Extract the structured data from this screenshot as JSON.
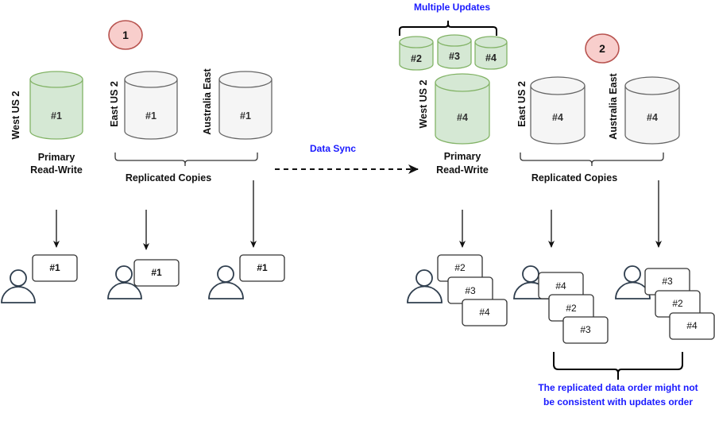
{
  "colors": {
    "primary_fill": "#d5e8d4",
    "primary_stroke": "#82b366",
    "replica_fill": "#f5f5f5",
    "replica_stroke": "#666666",
    "badge_fill": "#f8cecc",
    "badge_stroke": "#b85450",
    "annotation_text": "#1a1aff"
  },
  "scenario1": {
    "badge": "1",
    "primary": {
      "region": "West US 2",
      "value": "#1",
      "caption_line1": "Primary",
      "caption_line2": "Read-Write"
    },
    "replicas": [
      {
        "region": "East US 2",
        "value": "#1"
      },
      {
        "region": "Australia East",
        "value": "#1"
      }
    ],
    "replicas_caption": "Replicated Copies",
    "clients": [
      {
        "cards": [
          "#1"
        ]
      },
      {
        "cards": [
          "#1"
        ]
      },
      {
        "cards": [
          "#1"
        ]
      }
    ]
  },
  "sync": {
    "label": "Data Sync"
  },
  "scenario2": {
    "badge": "2",
    "updates_caption": "Multiple Updates",
    "updates": [
      "#2",
      "#3",
      "#4"
    ],
    "primary": {
      "region": "West US 2",
      "value": "#4",
      "caption_line1": "Primary",
      "caption_line2": "Read-Write"
    },
    "replicas": [
      {
        "region": "East US 2",
        "value": "#4"
      },
      {
        "region": "Australia East",
        "value": "#4"
      }
    ],
    "replicas_caption": "Replicated Copies",
    "clients": [
      {
        "cards": [
          "#2",
          "#3",
          "#4"
        ]
      },
      {
        "cards": [
          "#4",
          "#2",
          "#3"
        ]
      },
      {
        "cards": [
          "#3",
          "#2",
          "#4"
        ]
      }
    ],
    "note_line1": "The replicated data order might not",
    "note_line2": "be consistent with updates order"
  }
}
